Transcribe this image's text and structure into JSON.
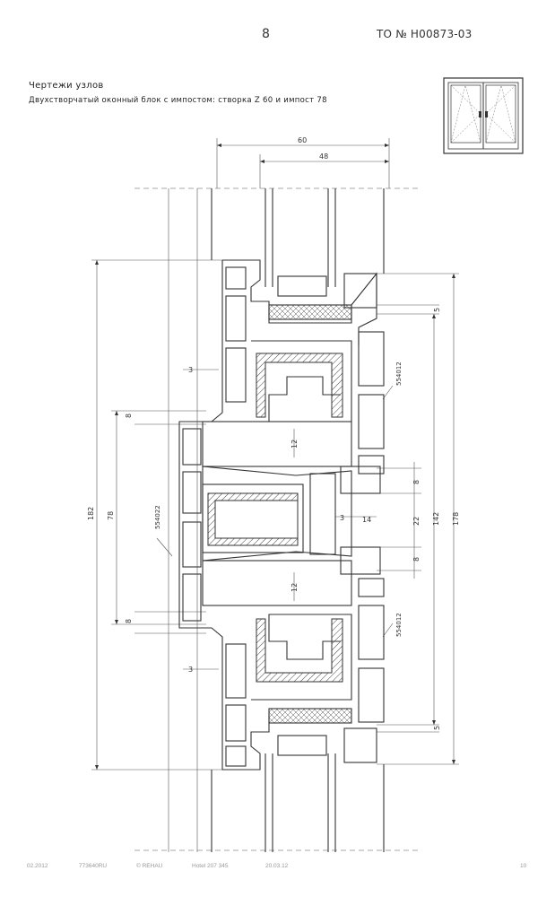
{
  "header": {
    "page_number": "8",
    "doc_code": "ТО № Н00873-03"
  },
  "title": {
    "section": "Чертежи узлов",
    "subtitle": "Двухстворчатый оконный блок с импостом: створка Z 60 и импост 78"
  },
  "dimensions": {
    "width_outer": "60",
    "width_inner": "48",
    "total_left": "182",
    "mid_left": "78",
    "offset_top_left": "8",
    "offset_bottom_left": "8",
    "wall_top": "3",
    "wall_bottom": "3",
    "gap_top": "12",
    "gap_bottom": "12",
    "small_3": "3",
    "small_14": "14",
    "right_5_top": "5",
    "right_5_bottom": "5",
    "right_8_top": "8",
    "right_8_bottom": "8",
    "right_22": "22",
    "right_142": "142",
    "right_178": "178"
  },
  "profile_codes": {
    "top_right": "554012",
    "center_left": "554022",
    "bottom_right": "554012"
  },
  "footer": [
    "02.2012",
    "773640RU",
    "© REHAU",
    "Hotel 207 345",
    "20.03.12",
    "10"
  ],
  "colors": {
    "line": "#333333",
    "hatch": "#444444",
    "dim": "#555555"
  }
}
